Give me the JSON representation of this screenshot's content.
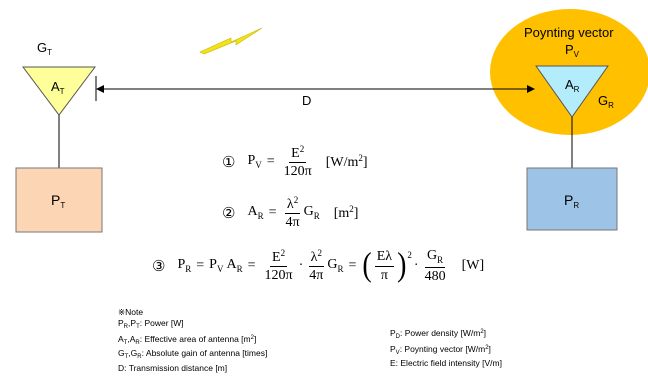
{
  "transmitter": {
    "gain_label": "G",
    "gain_sub": "T",
    "area_label": "A",
    "area_sub": "T",
    "power_label": "P",
    "power_sub": "T"
  },
  "receiver": {
    "gain_label": "G",
    "gain_sub": "R",
    "area_label": "A",
    "area_sub": "R",
    "power_label": "P",
    "power_sub": "R",
    "poynting_title": "Poynting vector",
    "poynting_symbol": "P",
    "poynting_sub": "V"
  },
  "distance_label": "D",
  "colors": {
    "antenna_tx": "#ffff99",
    "antenna_rx": "#b3ecfa",
    "poynting_ellipse": "#ffc000",
    "tx_box": "#fcd5b4",
    "rx_box": "#9dc3e6",
    "lightning": "#f2e219"
  },
  "equations": {
    "eq1": {
      "number": "①",
      "lhs": "P",
      "lhs_sub": "V",
      "eq": "=",
      "num_base": "E",
      "num_exp": "2",
      "den": "120π",
      "unit": "[W/m",
      "unit_exp": "2",
      "unit_close": "]"
    },
    "eq2": {
      "number": "②",
      "lhs": "A",
      "lhs_sub": "R",
      "eq": "=",
      "num_base": "λ",
      "num_exp": "2",
      "den": "4π",
      "factor": "G",
      "factor_sub": "R",
      "unit": "[m",
      "unit_exp": "2",
      "unit_close": "]"
    },
    "eq3": {
      "number": "③",
      "lhs": "P",
      "lhs_sub": "R",
      "eq": "=",
      "t1": "P",
      "t1_sub": "V",
      "t2": "A",
      "t2_sub": "R",
      "f1_num": "E",
      "f1_num_exp": "2",
      "f1_den": "120π",
      "dot": "·",
      "f2_num": "λ",
      "f2_num_exp": "2",
      "f2_den": "4π",
      "g": "G",
      "g_sub": "R",
      "paren_num": "Eλ",
      "paren_den": "π",
      "paren_exp": "2",
      "f4_num": "G",
      "f4_num_sub": "R",
      "f4_den": "480",
      "unit": "[W]"
    }
  },
  "note": {
    "title": "※Note",
    "left": [
      {
        "sym": "P",
        "s1": "R",
        "sym2": "P",
        "s2": "T",
        "desc": ":  Power [W]"
      },
      {
        "sym": "A",
        "s1": "T",
        "sym2": "A",
        "s2": "R",
        "desc": ":  Effective area of antenna [m",
        "exp": "2",
        "close": "]"
      },
      {
        "sym": "G",
        "s1": "T",
        "sym2": "G",
        "s2": "R",
        "desc": ":  Absolute gain of antenna [times]"
      },
      {
        "text": "D:  Transmission distance [m]"
      }
    ],
    "right": [
      {
        "sym": "P",
        "s1": "D",
        "desc": ":  Power density [W/m",
        "exp": "2",
        "close": "]"
      },
      {
        "sym": "P",
        "s1": "V",
        "desc": ":  Poynting vector [W/m",
        "exp": "2",
        "close": "]"
      },
      {
        "text": "E:  Electric field intensity [V/m]"
      }
    ]
  }
}
